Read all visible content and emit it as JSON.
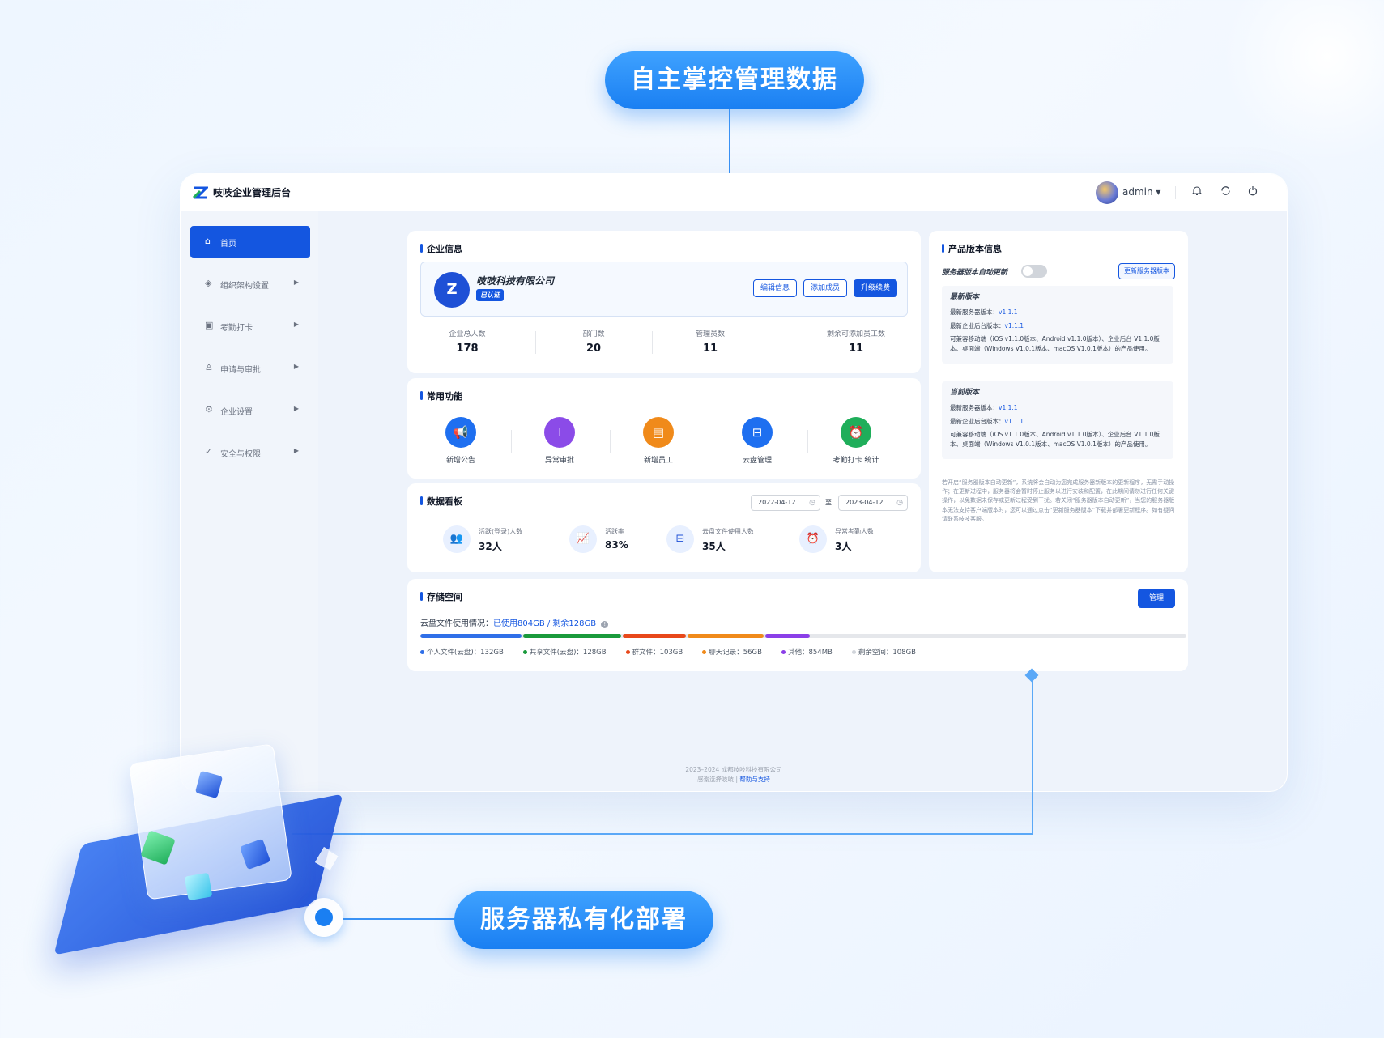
{
  "callouts": {
    "top": "自主掌控管理数据",
    "bottom": "服务器私有化部署"
  },
  "app": {
    "title": "吱吱企业管理后台",
    "user": "admin ▾"
  },
  "sidebar": {
    "items": [
      {
        "label": "首页",
        "icon": "home-icon"
      },
      {
        "label": "组织架构设置",
        "icon": "layers-icon"
      },
      {
        "label": "考勤打卡",
        "icon": "calendar-icon"
      },
      {
        "label": "申请与审批",
        "icon": "user-icon"
      },
      {
        "label": "企业设置",
        "icon": "gear-icon"
      },
      {
        "label": "安全与权限",
        "icon": "shield-check-icon"
      }
    ]
  },
  "company": {
    "section_title": "企业信息",
    "name": "吱吱科技有限公司",
    "badge": "已认证",
    "buttons": {
      "edit": "编辑信息",
      "add": "添加成员",
      "upgrade": "升级续费"
    },
    "stats": [
      {
        "label": "企业总人数",
        "value": "178"
      },
      {
        "label": "部门数",
        "value": "20"
      },
      {
        "label": "管理员数",
        "value": "11"
      },
      {
        "label": "剩余可添加员工数",
        "value": "11"
      }
    ]
  },
  "functions": {
    "section_title": "常用功能",
    "items": [
      {
        "label": "新增公告",
        "color": "#1e6ff0"
      },
      {
        "label": "异常审批",
        "color": "#8b4be8"
      },
      {
        "label": "新增员工",
        "color": "#f08a1a"
      },
      {
        "label": "云盘管理",
        "color": "#1e6ff0"
      },
      {
        "label": "考勤打卡 统计",
        "color": "#1fae5a"
      }
    ]
  },
  "dashboard": {
    "section_title": "数据看板",
    "date_from": "2022-04-12",
    "date_sep": "至",
    "date_to": "2023-04-12",
    "metrics": [
      {
        "label": "活跃(登录)人数",
        "value": "32人"
      },
      {
        "label": "活跃率",
        "value": "83%"
      },
      {
        "label": "云盘文件使用人数",
        "value": "35人"
      },
      {
        "label": "异常考勤人数",
        "value": "3人"
      }
    ]
  },
  "version": {
    "section_title": "产品版本信息",
    "toggle_label": "服务器版本自动更新",
    "update_button": "更新服务器版本",
    "latest": {
      "heading": "最新版本",
      "server_label": "最新服务器版本：",
      "server_value": "v1.1.1",
      "admin_label": "最新企业后台版本：",
      "admin_value": "v1.1.1",
      "compat": "可兼容移动端（iOS v1.1.0版本、Android v1.1.0版本）、企业后台 V1.1.0版本、桌面端（Windows V1.0.1版本、macOS V1.0.1版本）的产品使用。"
    },
    "current": {
      "heading": "当前版本",
      "server_label": "最新服务器版本：",
      "server_value": "v1.1.1",
      "admin_label": "最新企业后台版本：",
      "admin_value": "v1.1.1",
      "compat": "可兼容移动端（iOS v1.1.0版本、Android v1.1.0版本）、企业后台 V1.1.0版本、桌面端（Windows V1.0.1版本、macOS V1.0.1版本）的产品使用。"
    },
    "note": "若开启“服务器版本自动更新”，系统将会自动为您完成服务器新版本的更新程序，无需手动操作；在更新过程中，服务器将会暂时停止服务以进行安装和配置，在此期间请勿进行任何关键操作，以免数据未保存或更新过程受到干扰。若关闭“服务器版本自动更新”，当您的服务器版本无法支持客户端版本时，您可以通过点击“更新服务器版本”下载并部署更新程序。如有疑问请联系吱吱客服。"
  },
  "storage": {
    "section_title": "存储空间",
    "manage_button": "管理",
    "usage_label": "云盘文件使用情况：",
    "usage_value": "已使用804GB / 剩余128GB",
    "segments": [
      {
        "label": "个人文件(云盘)：132GB",
        "color": "#2f6fe8",
        "fraction": 0.132
      },
      {
        "label": "共享文件(云盘)：128GB",
        "color": "#1a9a3c",
        "fraction": 0.128
      },
      {
        "label": "群文件：103GB",
        "color": "#e8481a",
        "fraction": 0.082
      },
      {
        "label": "聊天记录：56GB",
        "color": "#f08a1a",
        "fraction": 0.1
      },
      {
        "label": "其他：854MB",
        "color": "#8b3fe8",
        "fraction": 0.058
      },
      {
        "label": "剩余空间：108GB",
        "color": "#d1d5db",
        "fraction": 0.0
      }
    ]
  },
  "footer": {
    "line1": "2023–2024 成都吱吱科技有限公司",
    "line2_prefix": "感谢选择吱吱 | ",
    "line2_link": "帮助与支持"
  }
}
